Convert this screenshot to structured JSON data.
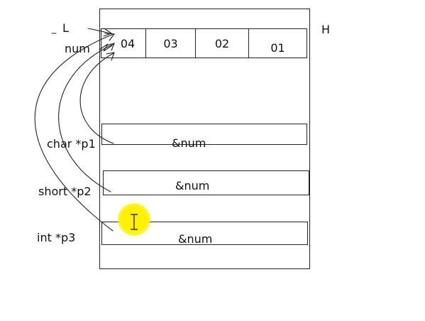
{
  "diagram": {
    "low_label": "L",
    "high_label": "H",
    "num_label": "num",
    "bytes": [
      "04",
      "03",
      "02",
      "01"
    ],
    "pointers": [
      {
        "name": "char *p1",
        "value": "&num"
      },
      {
        "name": "short *p2",
        "value": "&num"
      },
      {
        "name": "int *p3",
        "value": "&num"
      }
    ]
  },
  "colors": {
    "stroke": "#222222",
    "text": "#111111",
    "cursor_highlight": "#fff200"
  },
  "icons": {
    "cursor": "text-cursor-icon"
  }
}
